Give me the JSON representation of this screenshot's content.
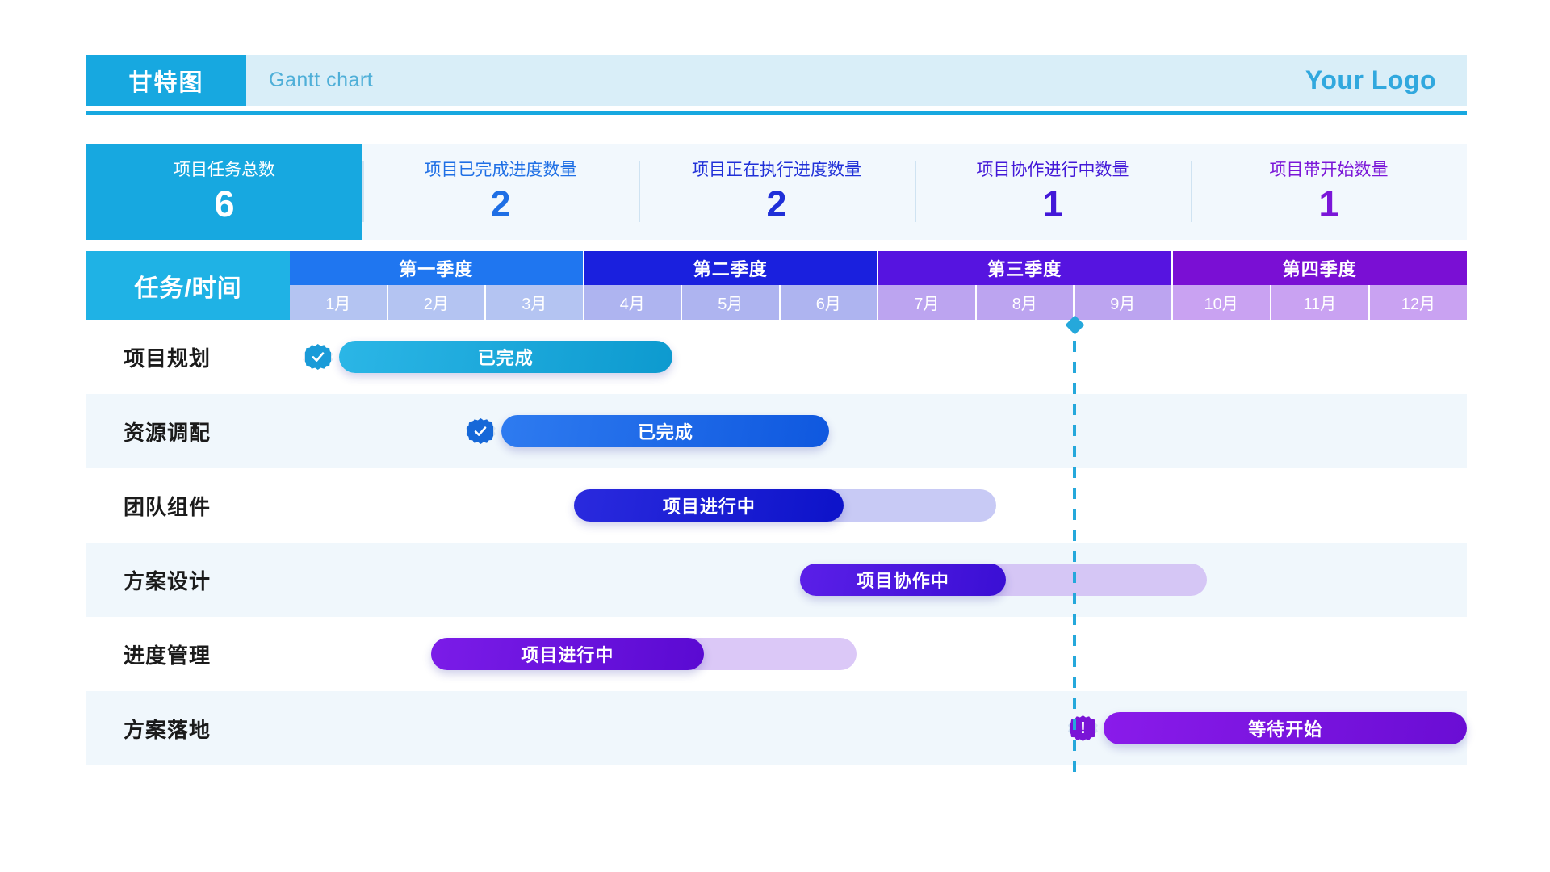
{
  "header": {
    "tag": "甘特图",
    "subtitle": "Gantt chart",
    "logo": "Your Logo",
    "tag_color": "#17A8E0",
    "bar_color": "#D9EEF8",
    "logo_color": "#31A8DE"
  },
  "stats": [
    {
      "label": "项目任务总数",
      "value": "6",
      "color": "#FFFFFF",
      "bg": "#17A8E0"
    },
    {
      "label": "项目已完成进度数量",
      "value": "2",
      "color": "#1F6FE5",
      "bg": "#F2F8FD"
    },
    {
      "label": "项目正在执行进度数量",
      "value": "2",
      "color": "#2030D8",
      "bg": "#F2F8FD"
    },
    {
      "label": "项目协作进行中数量",
      "value": "1",
      "color": "#4318D8",
      "bg": "#F2F8FD"
    },
    {
      "label": "项目带开始数量",
      "value": "1",
      "color": "#7B16D8",
      "bg": "#F2F8FD"
    }
  ],
  "timeline": {
    "corner_label": "任务/时间",
    "corner_color": "#1FB2E5",
    "quarters": [
      {
        "title": "第一季度",
        "title_bg": "#1F76F0",
        "month_bg": "#B4C4F2",
        "months": [
          "1月",
          "2月",
          "3月"
        ]
      },
      {
        "title": "第二季度",
        "title_bg": "#1A20DE",
        "month_bg": "#AEB4F0",
        "months": [
          "4月",
          "5月",
          "6月"
        ]
      },
      {
        "title": "第三季度",
        "title_bg": "#5614E0",
        "month_bg": "#BCA4F0",
        "months": [
          "7月",
          "8月",
          "9月"
        ]
      },
      {
        "title": "第四季度",
        "title_bg": "#7A0FD4",
        "month_bg": "#C9A2F2",
        "months": [
          "10月",
          "11月",
          "12月"
        ]
      }
    ]
  },
  "today_marker": {
    "month_position": 8.0,
    "color": "#25A8DB"
  },
  "rows": [
    {
      "name": "项目规划",
      "status_label": "已完成",
      "badge": "check-badge-icon",
      "badge_color": "#1A9BD8",
      "bar_start_month": 0.5,
      "bar_end_month": 3.9,
      "bar_from": "#2BB6E6",
      "bar_to": "#0D9ACF",
      "track_end_month": null,
      "track_color": null
    },
    {
      "name": "资源调配",
      "status_label": "已完成",
      "badge": "check-badge-icon",
      "badge_color": "#1668D8",
      "bar_start_month": 2.16,
      "bar_end_month": 5.5,
      "bar_from": "#2E7BF0",
      "bar_to": "#0F58DF",
      "track_end_month": null,
      "track_color": null
    },
    {
      "name": "团队组件",
      "status_label": "项目进行中",
      "badge": null,
      "badge_color": null,
      "bar_start_month": 2.9,
      "bar_end_month": 5.65,
      "bar_from": "#2A2ADE",
      "bar_to": "#0D13C9",
      "track_end_month": 7.2,
      "track_color": "#C8CAF5"
    },
    {
      "name": "方案设计",
      "status_label": "项目协作中",
      "badge": null,
      "badge_color": null,
      "bar_start_month": 5.2,
      "bar_end_month": 7.3,
      "bar_from": "#5B1FE8",
      "bar_to": "#3A0FD4",
      "track_end_month": 9.35,
      "track_color": "#D5C6F5"
    },
    {
      "name": "进度管理",
      "status_label": "项目进行中",
      "badge": null,
      "badge_color": null,
      "bar_start_month": 1.44,
      "bar_end_month": 4.22,
      "bar_from": "#7B1CE8",
      "bar_to": "#5A0AD2",
      "track_end_month": 5.78,
      "track_color": "#DBC8F7"
    },
    {
      "name": "方案落地",
      "status_label": "等待开始",
      "badge": "alert-badge-icon",
      "badge_color": "#7A14D6",
      "bar_start_month": 8.3,
      "bar_end_month": 12.0,
      "bar_from": "#8A1BEA",
      "bar_to": "#6A0DD4",
      "track_end_month": null,
      "track_color": null
    }
  ]
}
